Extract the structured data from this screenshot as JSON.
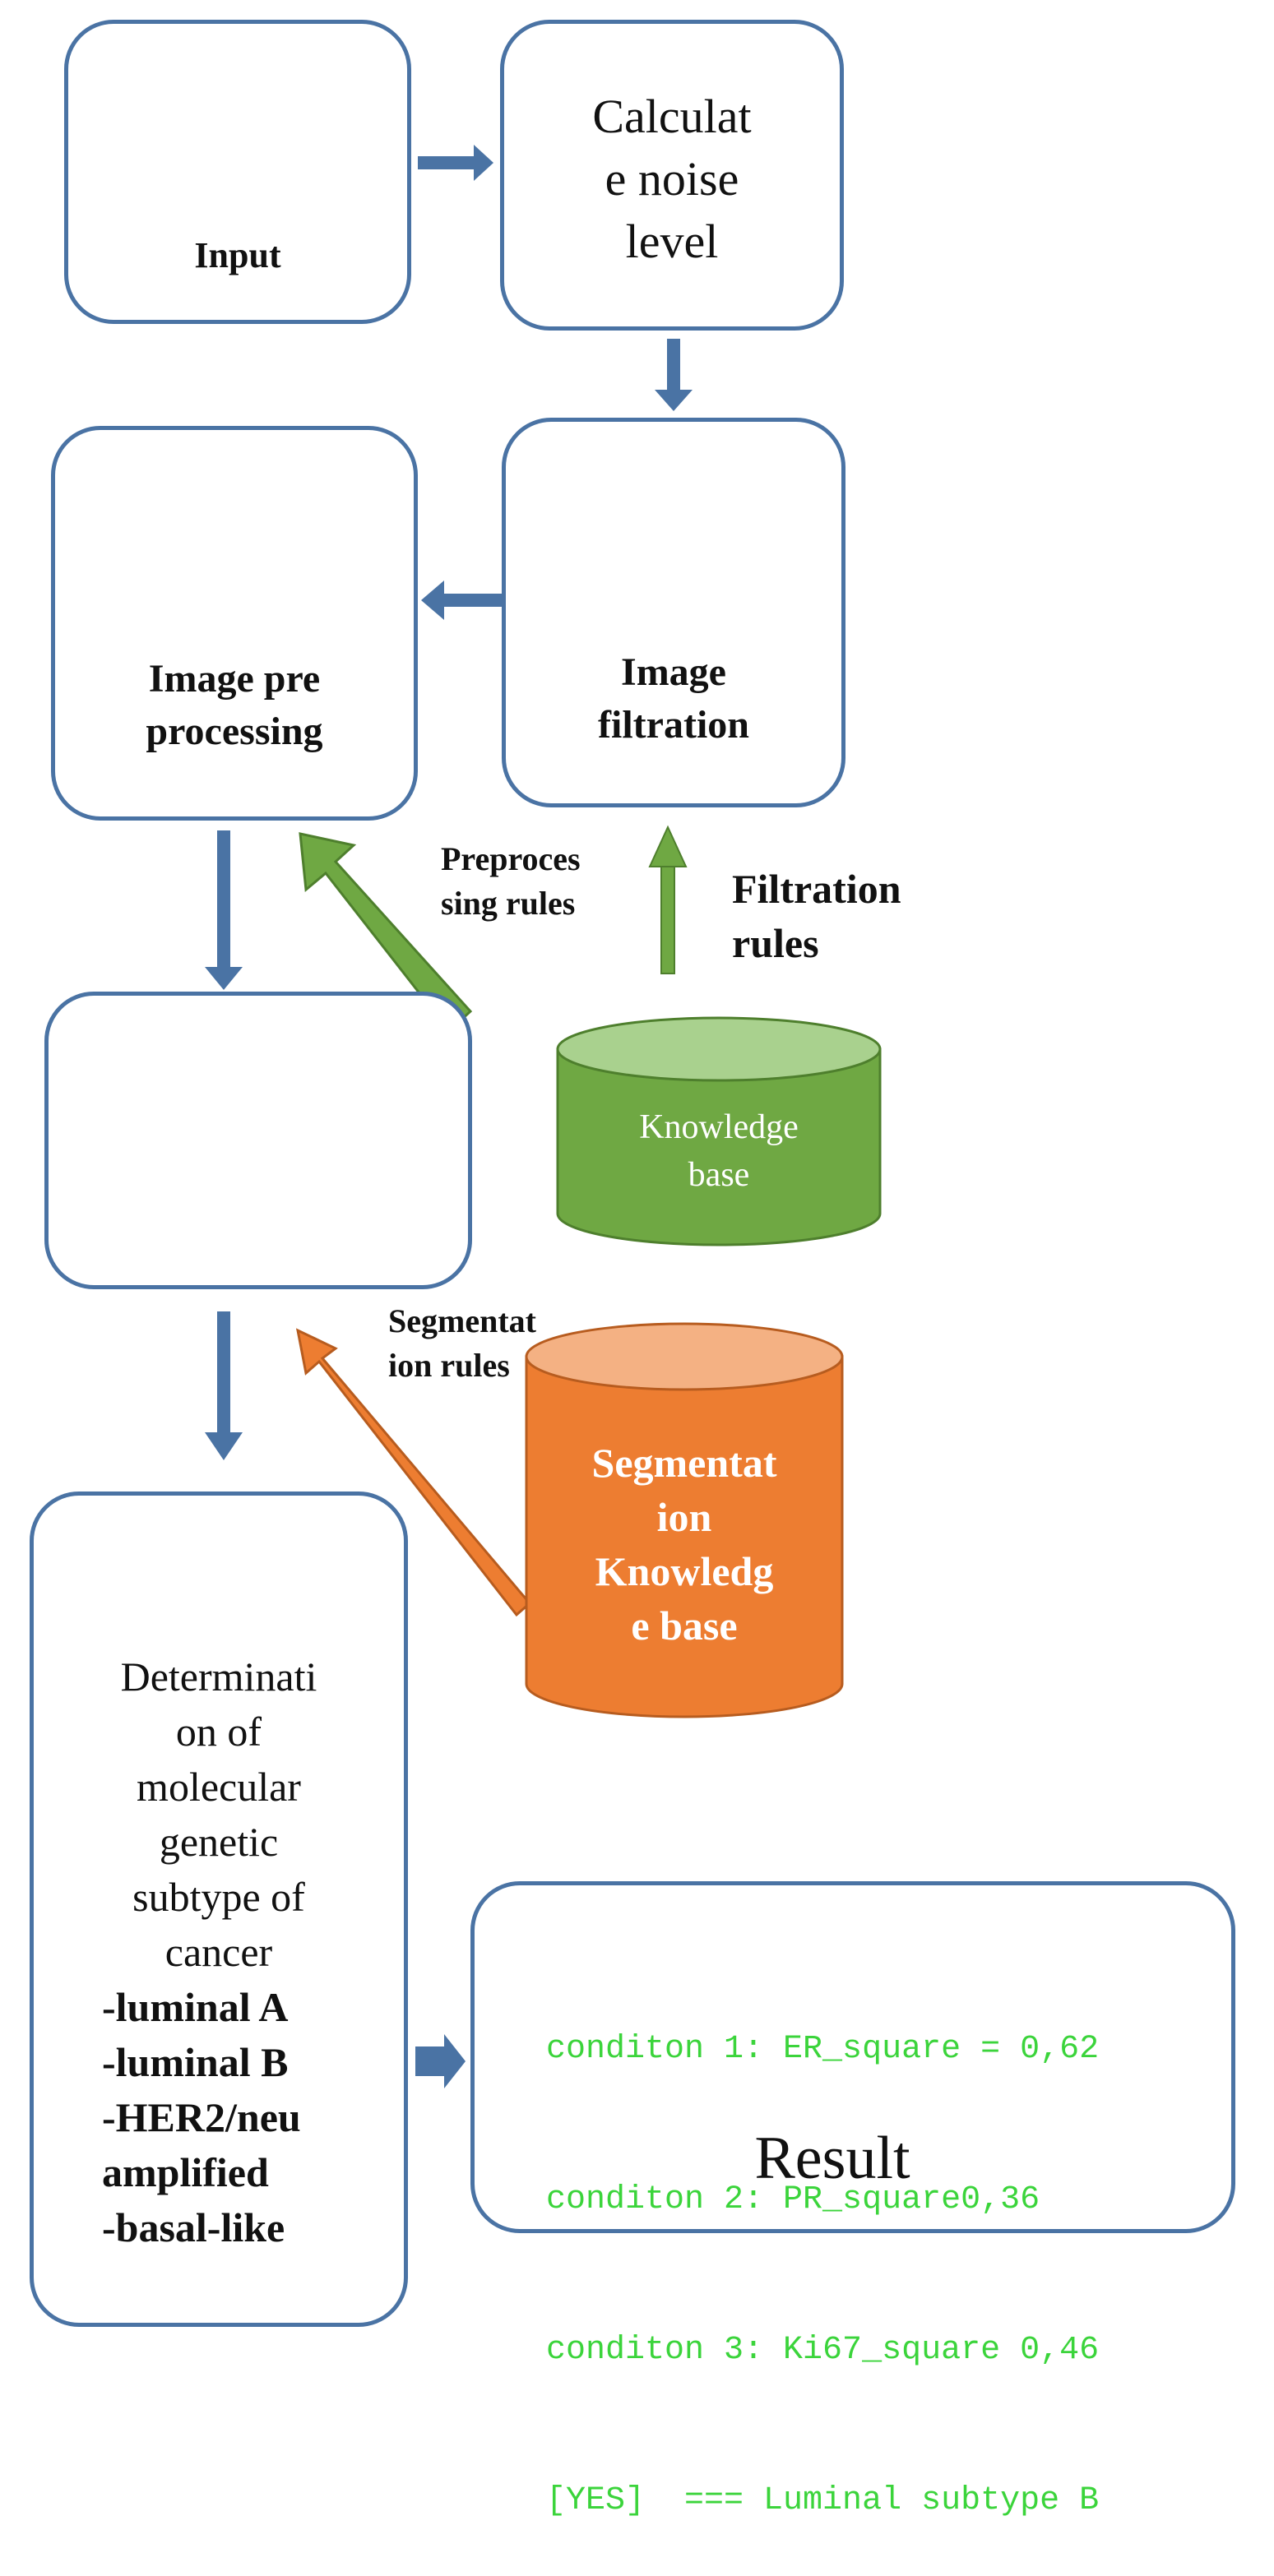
{
  "boxes": {
    "input": "Input",
    "noise_level": [
      "Calculat",
      "e noise",
      "level"
    ],
    "image_filtration": [
      "Image",
      "filtration"
    ],
    "image_preprocessing": [
      "Image pre",
      "processing"
    ],
    "determination": {
      "lines": [
        "Determinati",
        "on of",
        "molecular",
        "genetic",
        "subtype of",
        "cancer"
      ],
      "subtypes": [
        "-luminal A",
        "-luminal B",
        "-HER2/neu",
        "amplified",
        "-basal-like"
      ]
    },
    "result": {
      "lines": [
        "conditon 1: ER_square = 0,62",
        "conditon 2: PR_square0,36",
        "conditon 3: Ki67_square 0,46",
        "[YES]  === Luminal subtype B"
      ],
      "title": "Result"
    }
  },
  "databases": {
    "knowledge_base": [
      "Knowledge",
      "base"
    ],
    "segmentation_kb": [
      "Segmentat",
      "ion",
      "Knowledg",
      "e base"
    ]
  },
  "arrow_labels": {
    "preprocessing_rules": [
      "Preproces",
      "sing rules"
    ],
    "filtration_rules": [
      "Filtration",
      "rules"
    ],
    "segmentation_rules": [
      "Segmentat",
      "ion rules"
    ]
  },
  "colors": {
    "box_border": "#4a73a4",
    "flow_arrow": "#4a73a4",
    "green": "#6fa843",
    "green_top": "#a9d18e",
    "orange": "#ed7d31",
    "orange_top": "#f4b183",
    "mono_text": "#3bd43b"
  }
}
